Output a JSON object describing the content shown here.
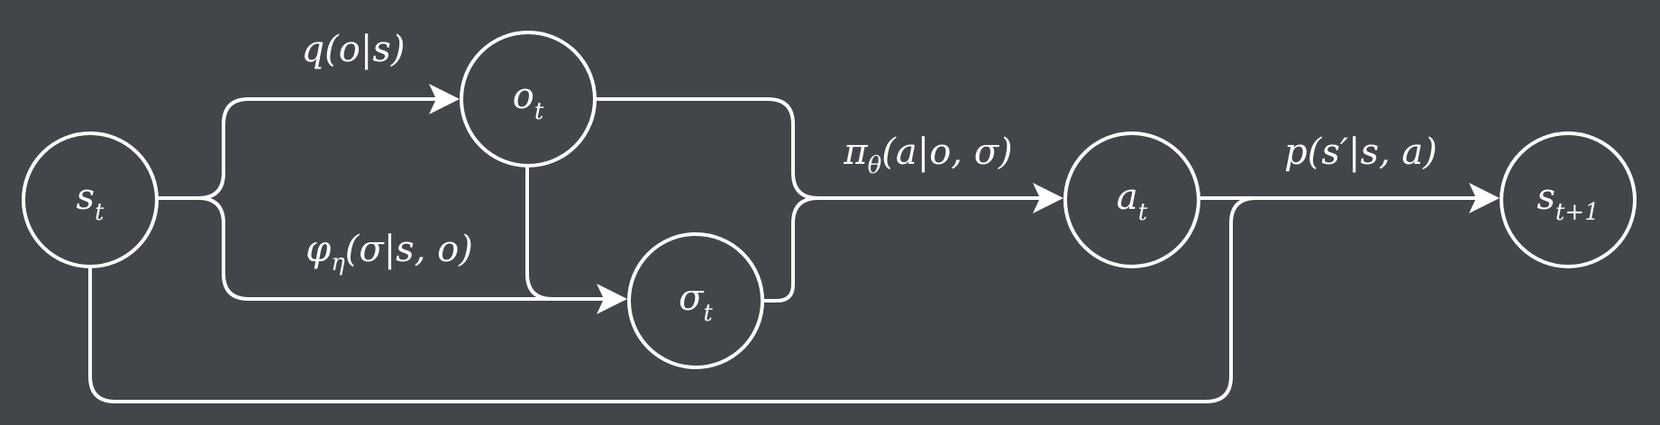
{
  "diagram": {
    "nodes": {
      "s_t": {
        "main": "s",
        "sub": "t"
      },
      "o_t": {
        "main": "o",
        "sub": "t"
      },
      "sigma_t": {
        "main": "σ",
        "sub": "t"
      },
      "a_t": {
        "main": "a",
        "sub": "t"
      },
      "s_t1": {
        "main": "s",
        "sub": "t+1"
      }
    },
    "edges": {
      "q": {
        "fn": "q",
        "args": "(o|s)"
      },
      "phi": {
        "fn": "φ",
        "sub": "η",
        "args": "(σ|s, o)"
      },
      "pi": {
        "fn": "π",
        "sub": "θ",
        "args": "(a|o, σ)"
      },
      "p": {
        "fn": "p",
        "args": "(s′|s, a)"
      }
    },
    "colors": {
      "background": "#42464a",
      "stroke": "#ffffff"
    }
  }
}
